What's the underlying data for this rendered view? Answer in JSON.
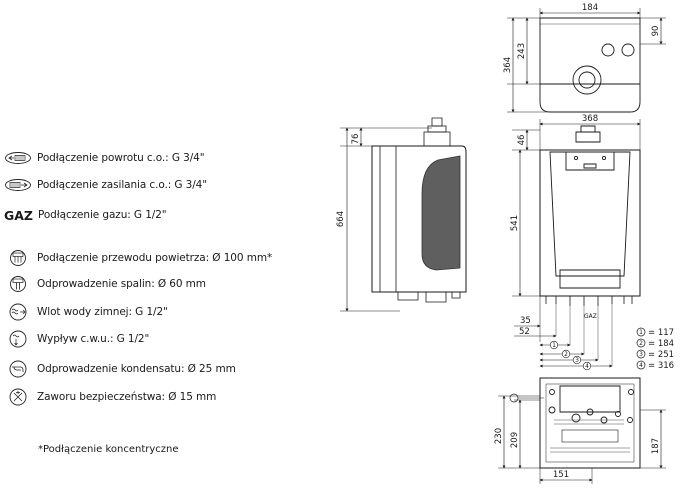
{
  "legend": {
    "items": [
      {
        "icon": "return-connection-icon",
        "text": "Podłączenie powrotu c.o.: G 3/4\""
      },
      {
        "icon": "supply-connection-icon",
        "text": "Podłączenie zasilania c.o.: G 3/4\""
      },
      {
        "icon": "gas-icon",
        "label": "GAZ",
        "text": "Podłączenie gazu: G 1/2\""
      },
      {
        "icon": "air-duct-icon",
        "text": "Podłączenie przewodu powietrza: Ø 100 mm*"
      },
      {
        "icon": "flue-gas-icon",
        "text": "Odprowadzenie spalin: Ø 60 mm"
      },
      {
        "icon": "cold-water-inlet-icon",
        "text": "Wlot wody zimnej: G 1/2\""
      },
      {
        "icon": "hot-water-outlet-icon",
        "text": "Wypływ c.w.u.: G 1/2\""
      },
      {
        "icon": "condensate-icon",
        "text": "Odprowadzenie kondensatu: Ø 25 mm"
      },
      {
        "icon": "safety-valve-icon",
        "text": "Zaworu bezpieczeństwa: Ø 15 mm"
      }
    ],
    "footnote": "*Podłączenie koncentryczne"
  },
  "side_view": {
    "dim_top": "76",
    "dim_height": "664"
  },
  "top_view": {
    "dim_width": "184",
    "dim_right": "90",
    "dim_left_upper": "243",
    "dim_left_total": "364"
  },
  "front_view": {
    "dim_width": "368",
    "dim_top": "46",
    "dim_height": "541",
    "dim_35": "35",
    "dim_52": "52",
    "gas_label": "GAZ",
    "markers": [
      "1",
      "2",
      "3",
      "4"
    ]
  },
  "key_table": [
    {
      "num": "1",
      "value": "= 117"
    },
    {
      "num": "2",
      "value": "= 184"
    },
    {
      "num": "3",
      "value": "= 251"
    },
    {
      "num": "4",
      "value": "= 316"
    }
  ],
  "bottom_view": {
    "dim_230": "230",
    "dim_209": "209",
    "dim_187": "187",
    "dim_151": "151"
  }
}
